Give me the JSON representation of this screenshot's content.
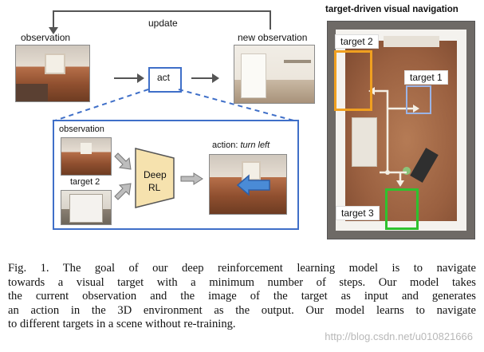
{
  "figure": {
    "loop_label": "update",
    "observation_label": "observation",
    "new_observation_label": "new observation",
    "act_label": "act",
    "inner_observation_label": "observation",
    "target_label": "target 2",
    "deep_rl_line1": "Deep",
    "deep_rl_line2": "RL",
    "action_prefix": "action:",
    "action_value": "turn left",
    "nav_title": "target-driven visual navigation",
    "nav_target1": "target 1",
    "nav_target2": "target 2",
    "nav_target3": "target 3"
  },
  "caption": {
    "lines": [
      "Fig. 1.   The goal of our deep reinforcement learning model is to navigate",
      "towards a visual target with a minimum number of steps. Our model takes",
      "the current observation and the image of the target as input and generates",
      "an action in the 3D environment as the output. Our model learns to navigate",
      "to different targets in a scene without re-training."
    ]
  },
  "watermark": "http://blog.csdn.net/u010821666",
  "colors": {
    "box_blue": "#3f6fc8",
    "target1": "#9bb4e6",
    "target2": "#f0a020",
    "target3": "#2ec22e",
    "deep_rl_fill": "#f6e2ae"
  }
}
